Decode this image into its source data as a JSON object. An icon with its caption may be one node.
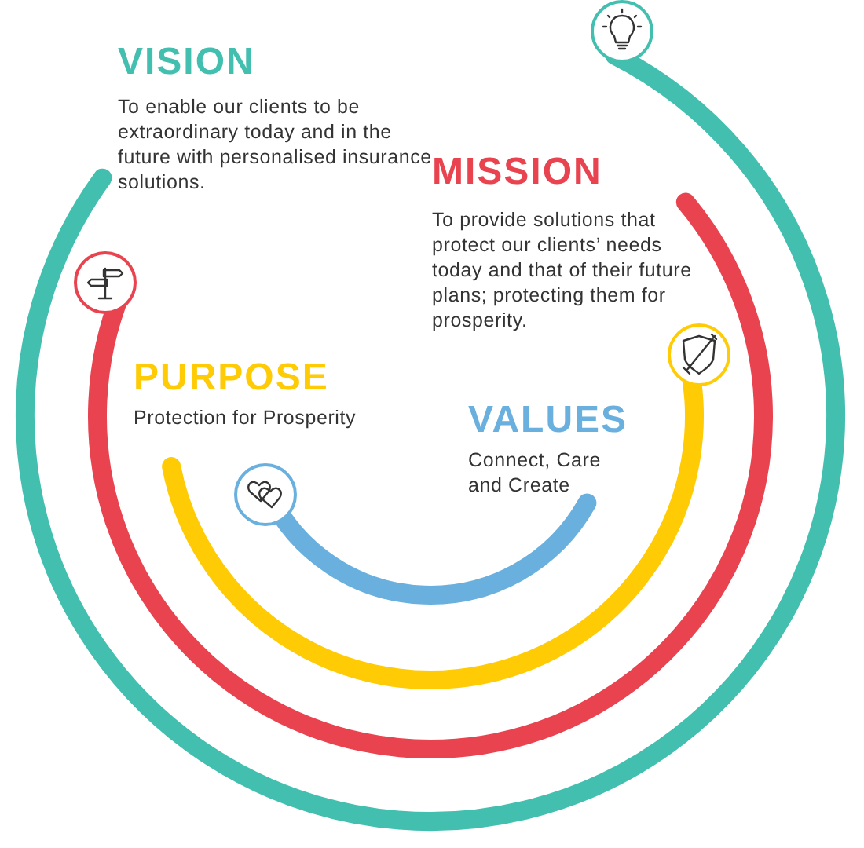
{
  "diagram": {
    "labels": [
      "VISION",
      "To enable our clients to be extraordinary today and in the future with personalised insurance solutions.",
      "MISSION",
      "To provide solutions that protect our clients’ needs today and that of their future plans; protecting them for prosperity.",
      "PURPOSE",
      "Protection for Prosperity",
      "VALUES",
      "Connect, Care and Create"
    ]
  }
}
